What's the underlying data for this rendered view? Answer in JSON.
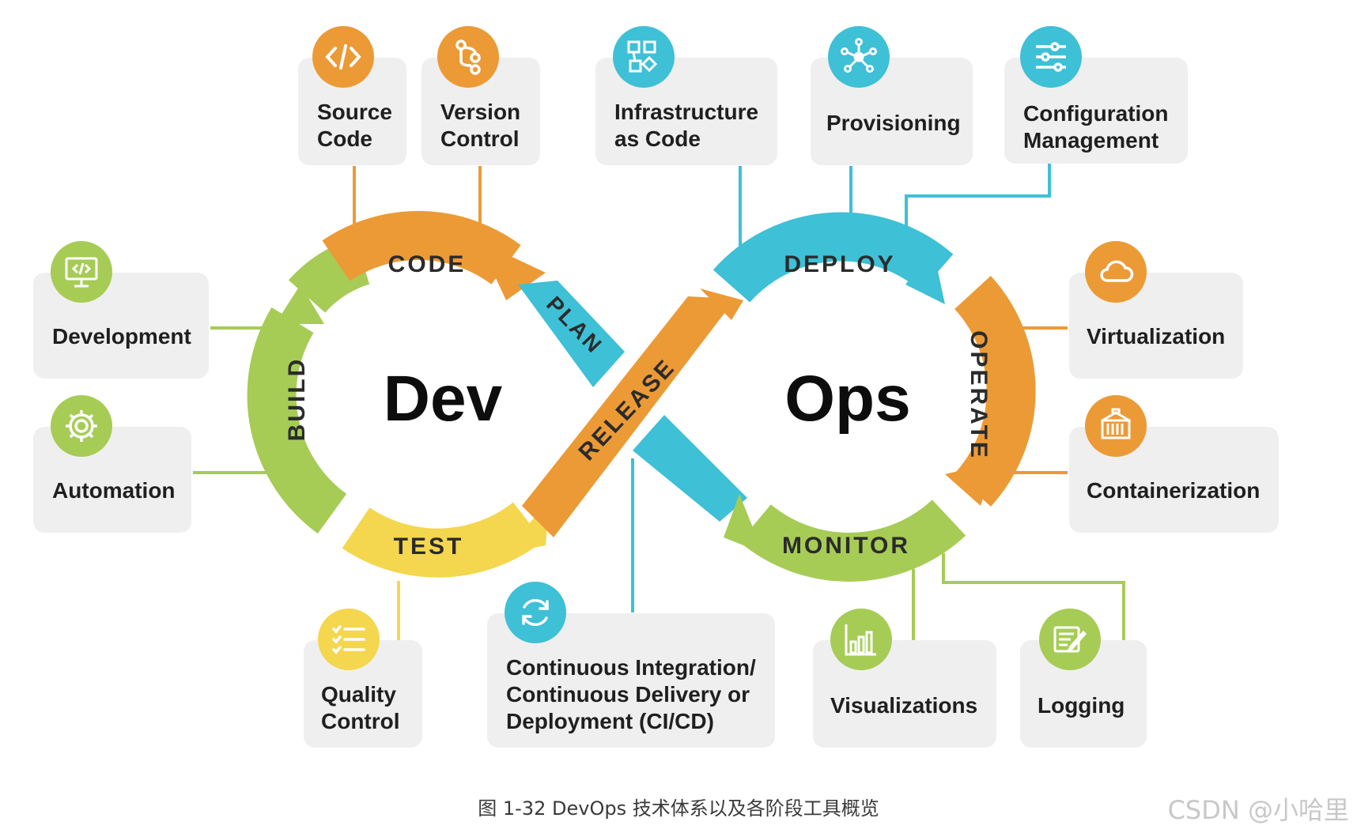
{
  "center": {
    "dev": "Dev",
    "ops": "Ops"
  },
  "stages": {
    "code": "CODE",
    "plan": "PLAN",
    "build": "BUILD",
    "test": "TEST",
    "release": "RELEASE",
    "deploy": "DEPLOY",
    "operate": "OPERATE",
    "monitor": "MONITOR"
  },
  "cards": {
    "source_code": {
      "line1": "Source",
      "line2": "Code",
      "icon": "code-icon"
    },
    "version_control": {
      "line1": "Version",
      "line2": "Control",
      "icon": "git-branch-icon"
    },
    "infrastructure": {
      "line1": "Infrastructure",
      "line2": "as Code",
      "icon": "infrastructure-icon"
    },
    "provisioning": {
      "line1": "Provisioning",
      "icon": "network-icon"
    },
    "configuration": {
      "line1": "Configuration",
      "line2": "Management",
      "icon": "sliders-icon"
    },
    "development": {
      "line1": "Development",
      "icon": "monitor-code-icon"
    },
    "automation": {
      "line1": "Automation",
      "icon": "gear-icon"
    },
    "virtualization": {
      "line1": "Virtualization",
      "icon": "cloud-icon"
    },
    "containerization": {
      "line1": "Containerization",
      "icon": "container-icon"
    },
    "quality_control": {
      "line1": "Quality",
      "line2": "Control",
      "icon": "checklist-icon"
    },
    "cicd": {
      "line1": "Continuous Integration/",
      "line2": "Continuous Delivery or",
      "line3": "Deployment (CI/CD)",
      "icon": "refresh-icon"
    },
    "visualizations": {
      "line1": "Visualizations",
      "icon": "bar-chart-icon"
    },
    "logging": {
      "line1": "Logging",
      "icon": "notepad-pencil-icon"
    }
  },
  "colors": {
    "orange": "#ec9a36",
    "teal": "#3ec0d6",
    "green": "#a6cc56",
    "yellow": "#f4d74e",
    "card_bg": "#efefef"
  },
  "caption": "图 1-32 DevOps 技术体系以及各阶段工具概览",
  "watermark": "CSDN @小哈里"
}
